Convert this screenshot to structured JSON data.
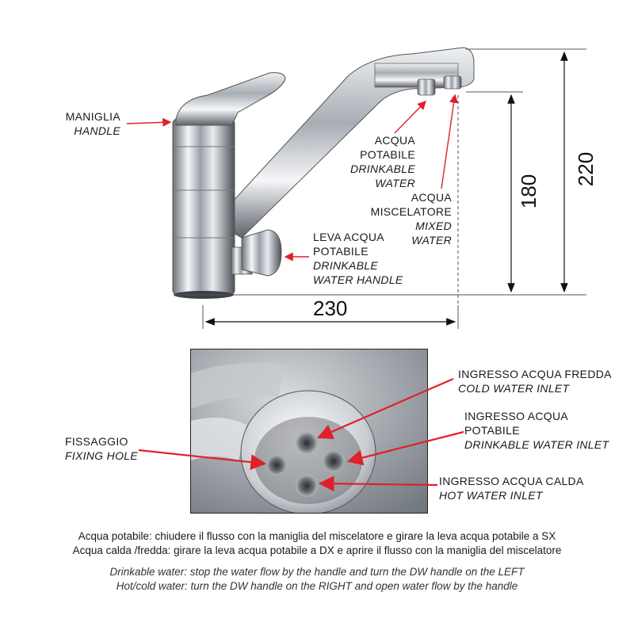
{
  "labels": {
    "handle": {
      "it": "MANIGLIA",
      "en": "HANDLE"
    },
    "drinking_water": {
      "l1": "ACQUA",
      "l2": "POTABILE",
      "l3": "DRINKABLE",
      "l4": "WATER"
    },
    "mixed_water": {
      "l1": "ACQUA",
      "l2": "MISCELATORE",
      "l3": "MIXED",
      "l4": "WATER"
    },
    "dw_lever": {
      "l1": "LEVA ACQUA",
      "l2": "POTABILE",
      "l3": "DRINKABLE",
      "l4": "WATER HANDLE"
    },
    "cold_inlet": {
      "it": "INGRESSO ACQUA FREDDA",
      "en": "COLD WATER INLET"
    },
    "dw_inlet": {
      "l1": "INGRESSO ACQUA",
      "l2": "POTABILE",
      "en": "DRINKABLE WATER INLET"
    },
    "hot_inlet": {
      "it": "INGRESSO ACQUA CALDA",
      "en": "HOT WATER INLET"
    },
    "fixing_hole": {
      "it": "FISSAGGIO",
      "en": "FIXING HOLE"
    }
  },
  "dimensions": {
    "width": "230",
    "height_outlet": "180",
    "height_total": "220"
  },
  "instructions": {
    "it_1": "Acqua potabile: chiudere il flusso con la maniglia del miscelatore e girare la leva acqua potabile a SX",
    "it_2": "Acqua calda /fredda: girare la leva acqua potabile a DX e aprire il flusso con la maniglia del miscelatore",
    "en_1": "Drinkable water: stop the water flow by the handle and turn the DW handle on the LEFT",
    "en_2": "Hot/cold water: turn the DW handle on the RIGHT and open water flow by the handle"
  },
  "colors": {
    "arrow": "#e0202a",
    "chrome_dark": "#5a5f66",
    "chrome_light": "#f2f4f6"
  }
}
